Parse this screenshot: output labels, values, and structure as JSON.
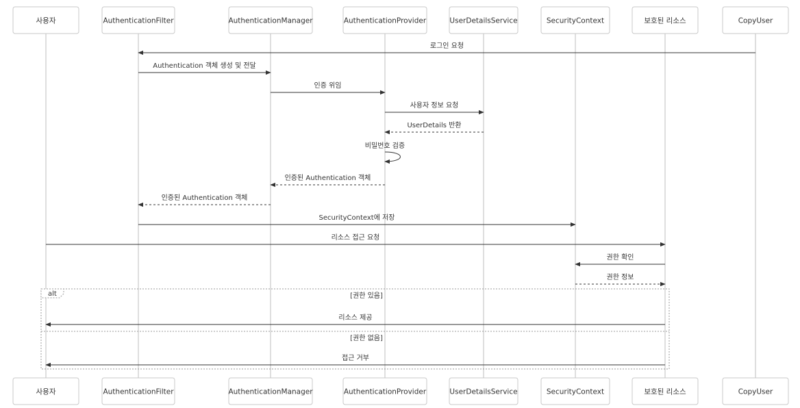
{
  "participants": [
    {
      "id": "user",
      "label": "사용자"
    },
    {
      "id": "filter",
      "label": "AuthenticationFilter"
    },
    {
      "id": "manager",
      "label": "AuthenticationManager"
    },
    {
      "id": "provider",
      "label": "AuthenticationProvider"
    },
    {
      "id": "uds",
      "label": "UserDetailsService"
    },
    {
      "id": "ctx",
      "label": "SecurityContext"
    },
    {
      "id": "res",
      "label": "보호된 리소스"
    },
    {
      "id": "copy",
      "label": "CopyUser"
    }
  ],
  "messages": [
    {
      "from": "copy",
      "to": "filter",
      "label": "로그인 요청",
      "style": "solid"
    },
    {
      "from": "filter",
      "to": "manager",
      "label": "Authentication 객체 생성 및 전달",
      "style": "solid"
    },
    {
      "from": "manager",
      "to": "provider",
      "label": "인증 위임",
      "style": "solid"
    },
    {
      "from": "provider",
      "to": "uds",
      "label": "사용자 정보 요청",
      "style": "solid"
    },
    {
      "from": "uds",
      "to": "provider",
      "label": "UserDetails 반환",
      "style": "dashed"
    },
    {
      "from": "provider",
      "to": "provider",
      "label": "비밀번호 검증",
      "style": "self"
    },
    {
      "from": "provider",
      "to": "manager",
      "label": "인증된 Authentication 객체",
      "style": "dashed"
    },
    {
      "from": "manager",
      "to": "filter",
      "label": "인증된 Authentication 객체",
      "style": "dashed"
    },
    {
      "from": "filter",
      "to": "ctx",
      "label": "SecurityContext에 저장",
      "style": "solid"
    },
    {
      "from": "user",
      "to": "res",
      "label": "리소스 접근 요청",
      "style": "solid"
    },
    {
      "from": "res",
      "to": "ctx",
      "label": "권한 확인",
      "style": "solid"
    },
    {
      "from": "ctx",
      "to": "res",
      "label": "권한 정보",
      "style": "dashed"
    },
    {
      "from": "res",
      "to": "user",
      "label": "리소스 제공",
      "style": "solid"
    },
    {
      "from": "res",
      "to": "user",
      "label": "접근 거부",
      "style": "solid"
    }
  ],
  "alt_fragment": {
    "label": "alt",
    "guards": [
      "[권한 있음]",
      "[권한 없음]"
    ]
  },
  "colors": {
    "line": "#333333",
    "lifeline": "#bdbdbd",
    "box_border": "#c8c8c8",
    "frame": "#9a9a9a"
  }
}
